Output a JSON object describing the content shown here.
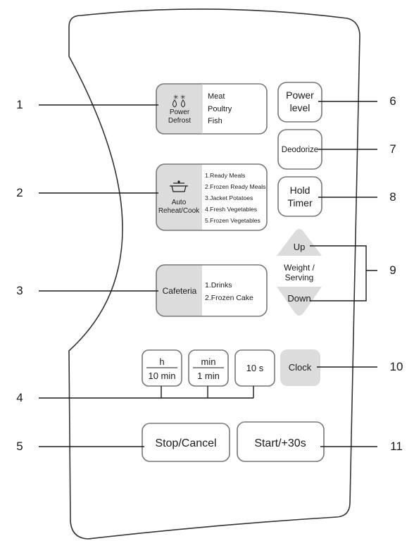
{
  "callouts": [
    "1",
    "2",
    "3",
    "4",
    "5",
    "6",
    "7",
    "8",
    "9",
    "10",
    "11"
  ],
  "power_defrost": {
    "icon": "snowflake-drops-icon",
    "label_line1": "Power",
    "label_line2": "Defrost",
    "options": [
      "Meat",
      "Poultry",
      "Fish"
    ]
  },
  "auto_reheat": {
    "icon": "cooking-pot-icon",
    "label_line1": "Auto",
    "label_line2": "Reheat/Cook",
    "options": [
      "1.Ready Meals",
      "2.Frozen Ready Meals",
      "3.Jacket Potatoes",
      "4.Fresh Vegetables",
      "5.Frozen Vegetables"
    ]
  },
  "cafeteria": {
    "label": "Cafeteria",
    "options": [
      "1.Drinks",
      "2.Frozen Cake"
    ]
  },
  "time_buttons": {
    "hour_top": "h",
    "hour_bottom": "10 min",
    "min_top": "min",
    "min_bottom": "1 min",
    "sec": "10 s"
  },
  "stop_cancel": "Stop/Cancel",
  "start": "Start/+30s",
  "power_level": {
    "line1": "Power",
    "line2": "level"
  },
  "deodorize": "Deodorize",
  "hold_timer": {
    "line1": "Hold",
    "line2": "Timer"
  },
  "weight_serving": {
    "up": "Up",
    "line1": "Weight /",
    "line2": "Serving",
    "down": "Down"
  },
  "clock": "Clock",
  "colors": {
    "panel_stroke": "#333333",
    "button_gray": "#dcdcdc",
    "button_outline": "#777777"
  }
}
